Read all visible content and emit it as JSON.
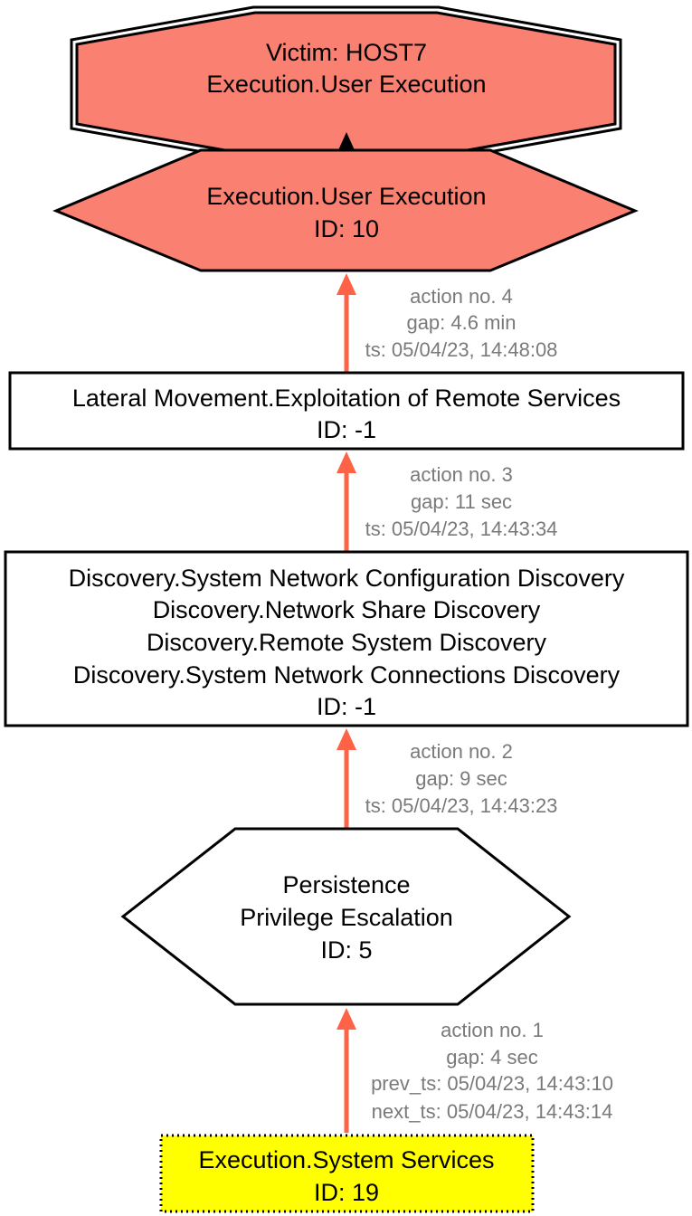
{
  "colors": {
    "victim_fill": "#fa8072",
    "start_fill": "#ffff00",
    "edge": "#ff6347",
    "edge_label": "#7a7a7a",
    "stroke": "#000000",
    "plain_fill": "#ffffff"
  },
  "nodes": {
    "victim": {
      "lines": [
        "Victim: HOST7",
        "Execution.User Execution"
      ]
    },
    "exec_user": {
      "lines": [
        "Execution.User Execution",
        "ID: 10"
      ]
    },
    "lateral": {
      "lines": [
        "Lateral Movement.Exploitation of Remote Services",
        "ID: -1"
      ]
    },
    "discovery": {
      "lines": [
        "Discovery.System Network Configuration Discovery",
        "Discovery.Network Share Discovery",
        "Discovery.Remote System Discovery",
        "Discovery.System Network Connections Discovery",
        "ID: -1"
      ]
    },
    "persistence": {
      "lines": [
        "Persistence",
        "Privilege Escalation",
        "ID: 5"
      ]
    },
    "sys_services": {
      "lines": [
        "Execution.System Services",
        "ID: 19"
      ]
    }
  },
  "edges": {
    "e4": {
      "lines": [
        "action no. 4",
        "gap: 4.6 min",
        "ts: 05/04/23, 14:48:08"
      ]
    },
    "e3": {
      "lines": [
        "action no. 3",
        "gap: 11 sec",
        "ts: 05/04/23, 14:43:34"
      ]
    },
    "e2": {
      "lines": [
        "action no. 2",
        "gap: 9 sec",
        "ts: 05/04/23, 14:43:23"
      ]
    },
    "e1": {
      "lines": [
        "action no. 1",
        "gap: 4 sec",
        "prev_ts: 05/04/23, 14:43:10",
        "next_ts: 05/04/23, 14:43:14"
      ]
    }
  }
}
